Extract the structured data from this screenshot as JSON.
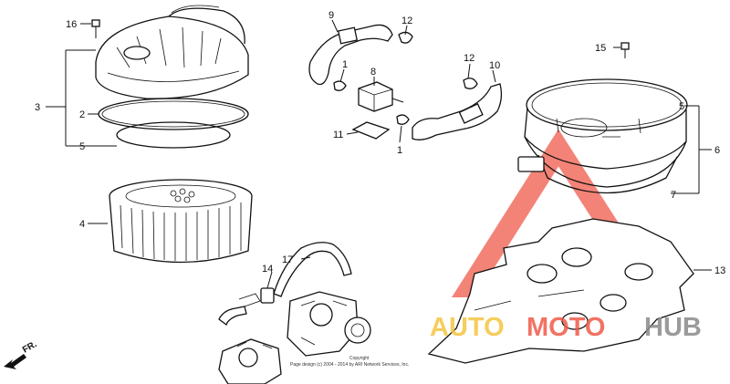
{
  "callouts": {
    "c1a": "1",
    "c1b": "1",
    "c2": "2",
    "c3": "3",
    "c4": "4",
    "c5a": "5",
    "c5b": "5",
    "c6": "6",
    "c7": "7",
    "c8": "8",
    "c9": "9",
    "c10": "10",
    "c11": "11",
    "c12a": "12",
    "c12b": "12",
    "c13": "13",
    "c14": "14",
    "c15": "15",
    "c16": "16",
    "c17": "17"
  },
  "direction": {
    "label": "FR."
  },
  "copyright": {
    "line1": "Copyright",
    "line2": "Page design (c) 2004 - 2014 by ARI Network Services, Inc."
  },
  "watermark": {
    "part1": "AUTO",
    "part2": "MOTO",
    "part3": "HUB",
    "colors": {
      "auto": "#f5c542",
      "moto": "#f05a4a",
      "hub": "#8a8a8a"
    }
  }
}
